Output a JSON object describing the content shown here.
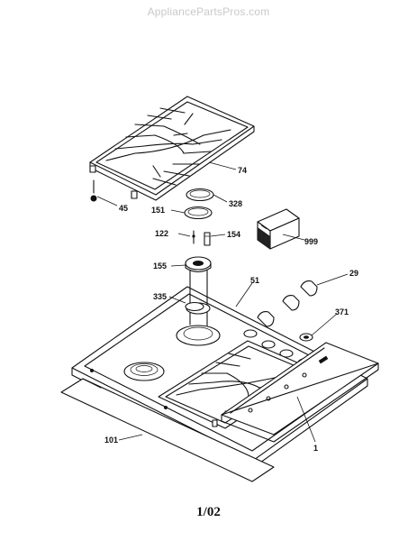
{
  "watermark": "AppliancePartsPros.com",
  "page_number": "1/02",
  "callouts": [
    "74",
    "45",
    "328",
    "151",
    "122",
    "154",
    "999",
    "155",
    "51",
    "29",
    "335",
    "371",
    "101",
    "1"
  ]
}
